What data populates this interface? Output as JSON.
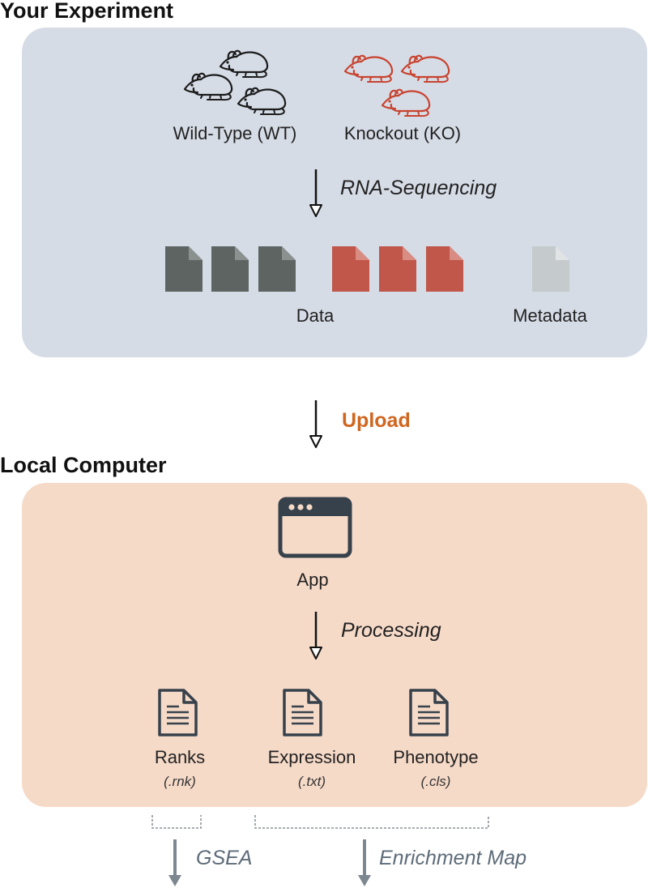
{
  "experiment": {
    "title": "Your Experiment",
    "groups": [
      {
        "label": "Wild-Type (WT)",
        "color": "#1b1b1b"
      },
      {
        "label": "Knockout (KO)",
        "color": "#c8432f"
      }
    ],
    "step_label": "RNA-Sequencing",
    "data_label": "Data",
    "metadata_label": "Metadata",
    "file_colors": {
      "wt": "#5e6462",
      "ko": "#c0574a",
      "meta": "#c5cacc"
    }
  },
  "transfer": {
    "label": "Upload",
    "color": "#d0661f"
  },
  "local": {
    "title": "Local Computer",
    "app_label": "App",
    "step_label": "Processing",
    "outputs": [
      {
        "name": "Ranks",
        "ext": "(.rnk)"
      },
      {
        "name": "Expression",
        "ext": "(.txt)"
      },
      {
        "name": "Phenotype",
        "ext": "(.cls)"
      }
    ]
  },
  "downstream": [
    {
      "label": "GSEA"
    },
    {
      "label": "Enrichment Map"
    }
  ]
}
